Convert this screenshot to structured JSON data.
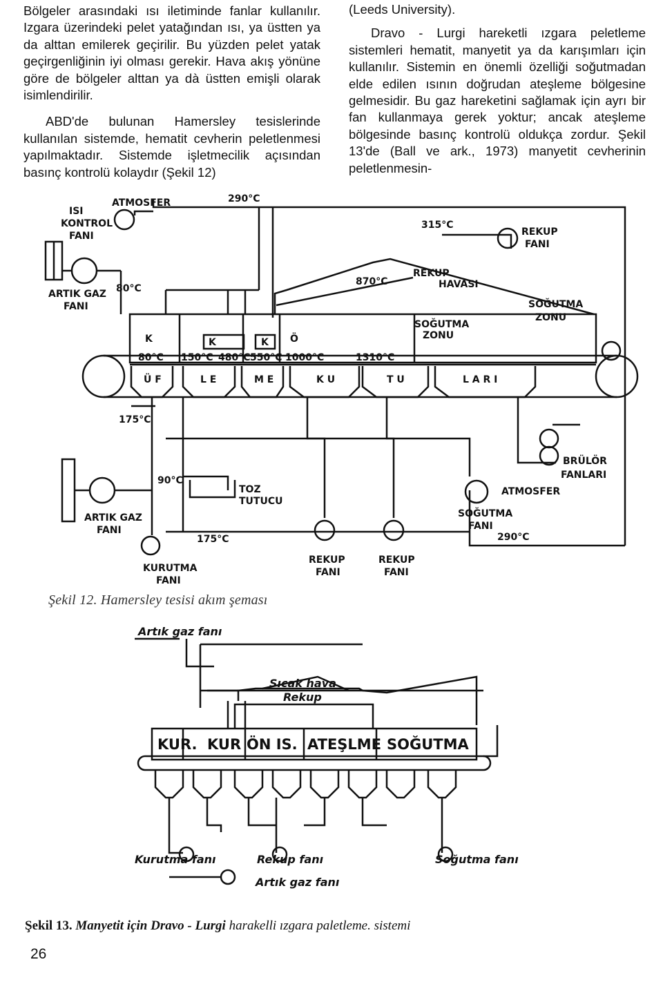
{
  "left_column": {
    "para1": "Bölgeler arasındaki ısı iletiminde fanlar kullanılır. Izgara üzerindeki pelet yatağından ısı, ya üstten ya da alttan emilerek geçirilir. Bu yüzden pelet yatak geçirgenliğinin iyi olması gerekir. Hava akış yönüne göre de bölgeler alttan ya dà üstten emişli olarak isimlendirilir.",
    "para2": "ABD'de bulunan Hamersley tesislerinde kullanılan sistemde, hematit cevherin peletlenmesi yapılmaktadır. Sistemde işletmecilik açısından basınç kontrolü kolaydır (Şekil 12)"
  },
  "right_column": {
    "para1": "(Leeds University).",
    "para2": "Dravo - Lurgi hareketli ızgara peletleme sistemleri hematit, manyetit ya da karışımları için kullanılır. Sistemin en önemli özelliği soğutmadan elde edilen ısının doğrudan ateşleme bölgesine gelmesidir. Bu gaz hareketini sağlamak için ayrı bir fan kullanmaya gerek yoktur; ancak ateşleme bölgesinde basınç kontrolü oldukça zordur. Şekil 13'de (Ball ve ark., 1973) manyetit cevherinin peletlenmesin-"
  },
  "figure12": {
    "caption": "Şekil 12. Hamersley tesisi akım şeması",
    "labels": {
      "isi": "ISI",
      "kontrol": "KONTROL",
      "fani": "FANI",
      "atmosfer": "ATMOSFER",
      "temp_290": "290°C",
      "temp_315": "315°C",
      "rekup": "REKUP",
      "artik_gaz": "ARTIK GAZ",
      "temp_80": "80°C",
      "temp_870": "870°C",
      "havasi": "HAVASI",
      "sogutma": "SOĞUTMA",
      "zonu": "ZONU",
      "zone_k1": "K",
      "zone_k2": "K",
      "zone_k3": "K",
      "zone_o": "Ö",
      "z_80": "80°C",
      "z_150": "150°C",
      "z_480": "480°C",
      "z_550": "550°C",
      "z_1000": "1000°C",
      "z_1310": "1310°C",
      "hopper_labels": [
        "Ü F",
        "L E",
        "M E",
        "K U",
        "T U",
        "L A R I"
      ],
      "temp_175a": "175°C",
      "temp_90": "90°C",
      "toz": "TOZ",
      "tutucu": "TUTUCU",
      "temp_175b": "175°C",
      "kurutma": "KURUTMA",
      "brulor": "BRÜLÖR",
      "fanlari": "FANLARI",
      "temp_290b": "290°C"
    }
  },
  "figure13": {
    "caption_bold": "Şekil 13.",
    "caption_bold_italic": "Manyetit için Dravo - Lurgi",
    "caption_rest": "harakelli ızgara paletleme. sistemi",
    "labels": {
      "artik_gaz_fani_top": "Artık gaz fanı",
      "sicak_hava": "Sıcak hava",
      "rekup": "Rekup",
      "kur1": "KUR.",
      "kur2": "KUR",
      "onis": "ÖN IS.",
      "ateslme": "ATEŞLME",
      "sogutma": "SOĞUTMA",
      "kurutma_fani": "Kurutma fanı",
      "rekup_fani": "Rekup fanı",
      "sogutma_fani": "Soğutma fanı",
      "artik_gaz_fani_bottom": "Artık gaz fanı"
    }
  },
  "page_number": "26"
}
